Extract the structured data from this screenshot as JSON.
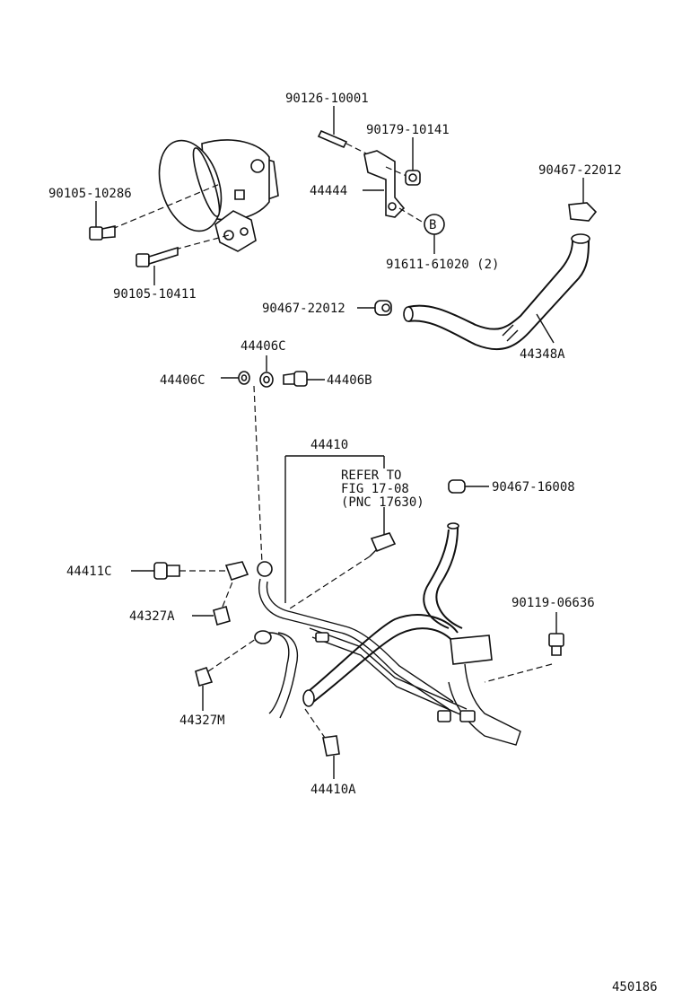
{
  "callouts": {
    "p90126": "90126-10001",
    "p90179": "90179-10141",
    "p90467a": "90467-22012",
    "p90105a": "90105-10286",
    "p44444": "44444",
    "pB": "B",
    "p91611": "91611-61020 (2)",
    "p90105b": "90105-10411",
    "p90467b": "90467-22012",
    "p44348A": "44348A",
    "p44406C_top": "44406C",
    "p44406C_left": "44406C",
    "p44406B": "44406B",
    "p44410": "44410",
    "refer1": "REFER TO",
    "refer2": "FIG 17-08",
    "refer3": "(PNC 17630)",
    "p90467c": "90467-16008",
    "p44411C": "44411C",
    "p90119": "90119-06636",
    "p44327A": "44327A",
    "p44327M": "44327M",
    "p44410A": "44410A"
  },
  "figure_number": "450186"
}
